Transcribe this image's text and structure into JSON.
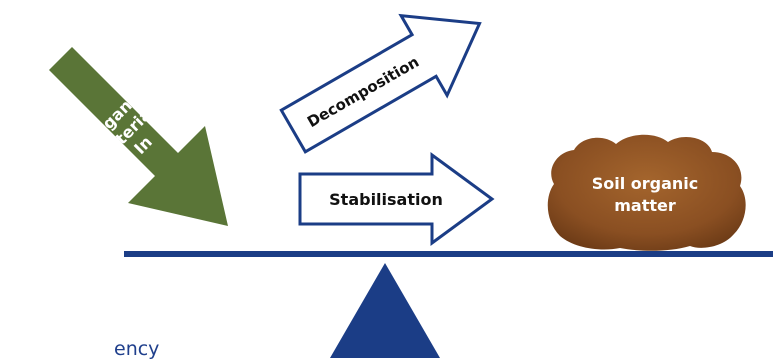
{
  "colors": {
    "navy": "#1b3d86",
    "green": "#5a7537",
    "soil": "#8a4f22",
    "white": "#ffffff"
  },
  "labels": {
    "organic_in": [
      "Organic",
      "materials",
      "In"
    ],
    "decomposition": "Decomposition",
    "stabilisation": "Stabilisation",
    "soil_organic_matter": [
      "Soil organic",
      "matter"
    ],
    "cut_text": "ency"
  }
}
